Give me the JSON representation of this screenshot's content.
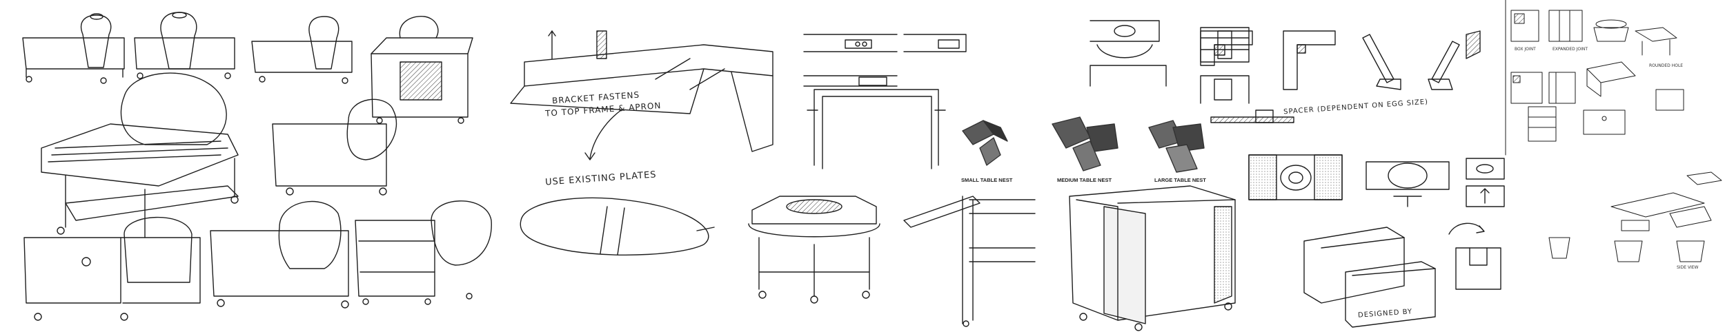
{
  "annotations": {
    "bracket_note_line1": "BRACKET FASTENS",
    "bracket_note_line2": "TO TOP FRAME & APRON",
    "existing_plates_note": "USE EXISTING PLATES",
    "spacer_note": "SPACER (DEPENDENT ON EGG SIZE)",
    "signature": "DESIGNED BY"
  },
  "captions": {
    "small_nest": "SMALL TABLE NEST",
    "medium_nest": "MEDIUM TABLE NEST",
    "large_nest": "LARGE TABLE NEST"
  },
  "thumb_labels": {
    "t1": "BOX JOINT",
    "t2": "EXPANDED JOINT",
    "t3": "ROUNDED HOLE",
    "t4": "SIDE VIEW"
  },
  "colors": {
    "ink": "#1e1e1e",
    "paper": "#ffffff",
    "block": "#5a5a5a",
    "block_dark": "#333333"
  }
}
